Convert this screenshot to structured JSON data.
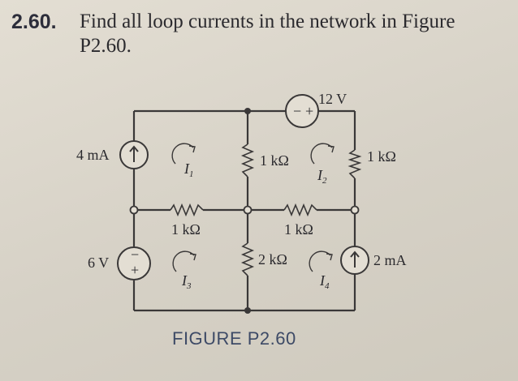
{
  "problem": {
    "number": "2.60.",
    "text": "Find all loop currents in the network in Figure P2.60."
  },
  "figure": {
    "caption": "FIGURE P2.60",
    "sources": {
      "vs_top": "12 V",
      "is_left": "4 mA",
      "vs_left": "6 V",
      "is_right": "2 mA",
      "plus": "+",
      "minus": "−"
    },
    "resistors": {
      "r_center_vertical_top": "1 kΩ",
      "r_right_vertical": "1 kΩ",
      "r_left_horizontal": "1 kΩ",
      "r_right_horizontal": "1 kΩ",
      "r_center_vertical_bottom": "2 kΩ"
    },
    "loops": {
      "i1": "I",
      "i1_sub": "1",
      "i2": "I",
      "i2_sub": "2",
      "i3": "I",
      "i3_sub": "3",
      "i4": "I",
      "i4_sub": "4"
    }
  }
}
